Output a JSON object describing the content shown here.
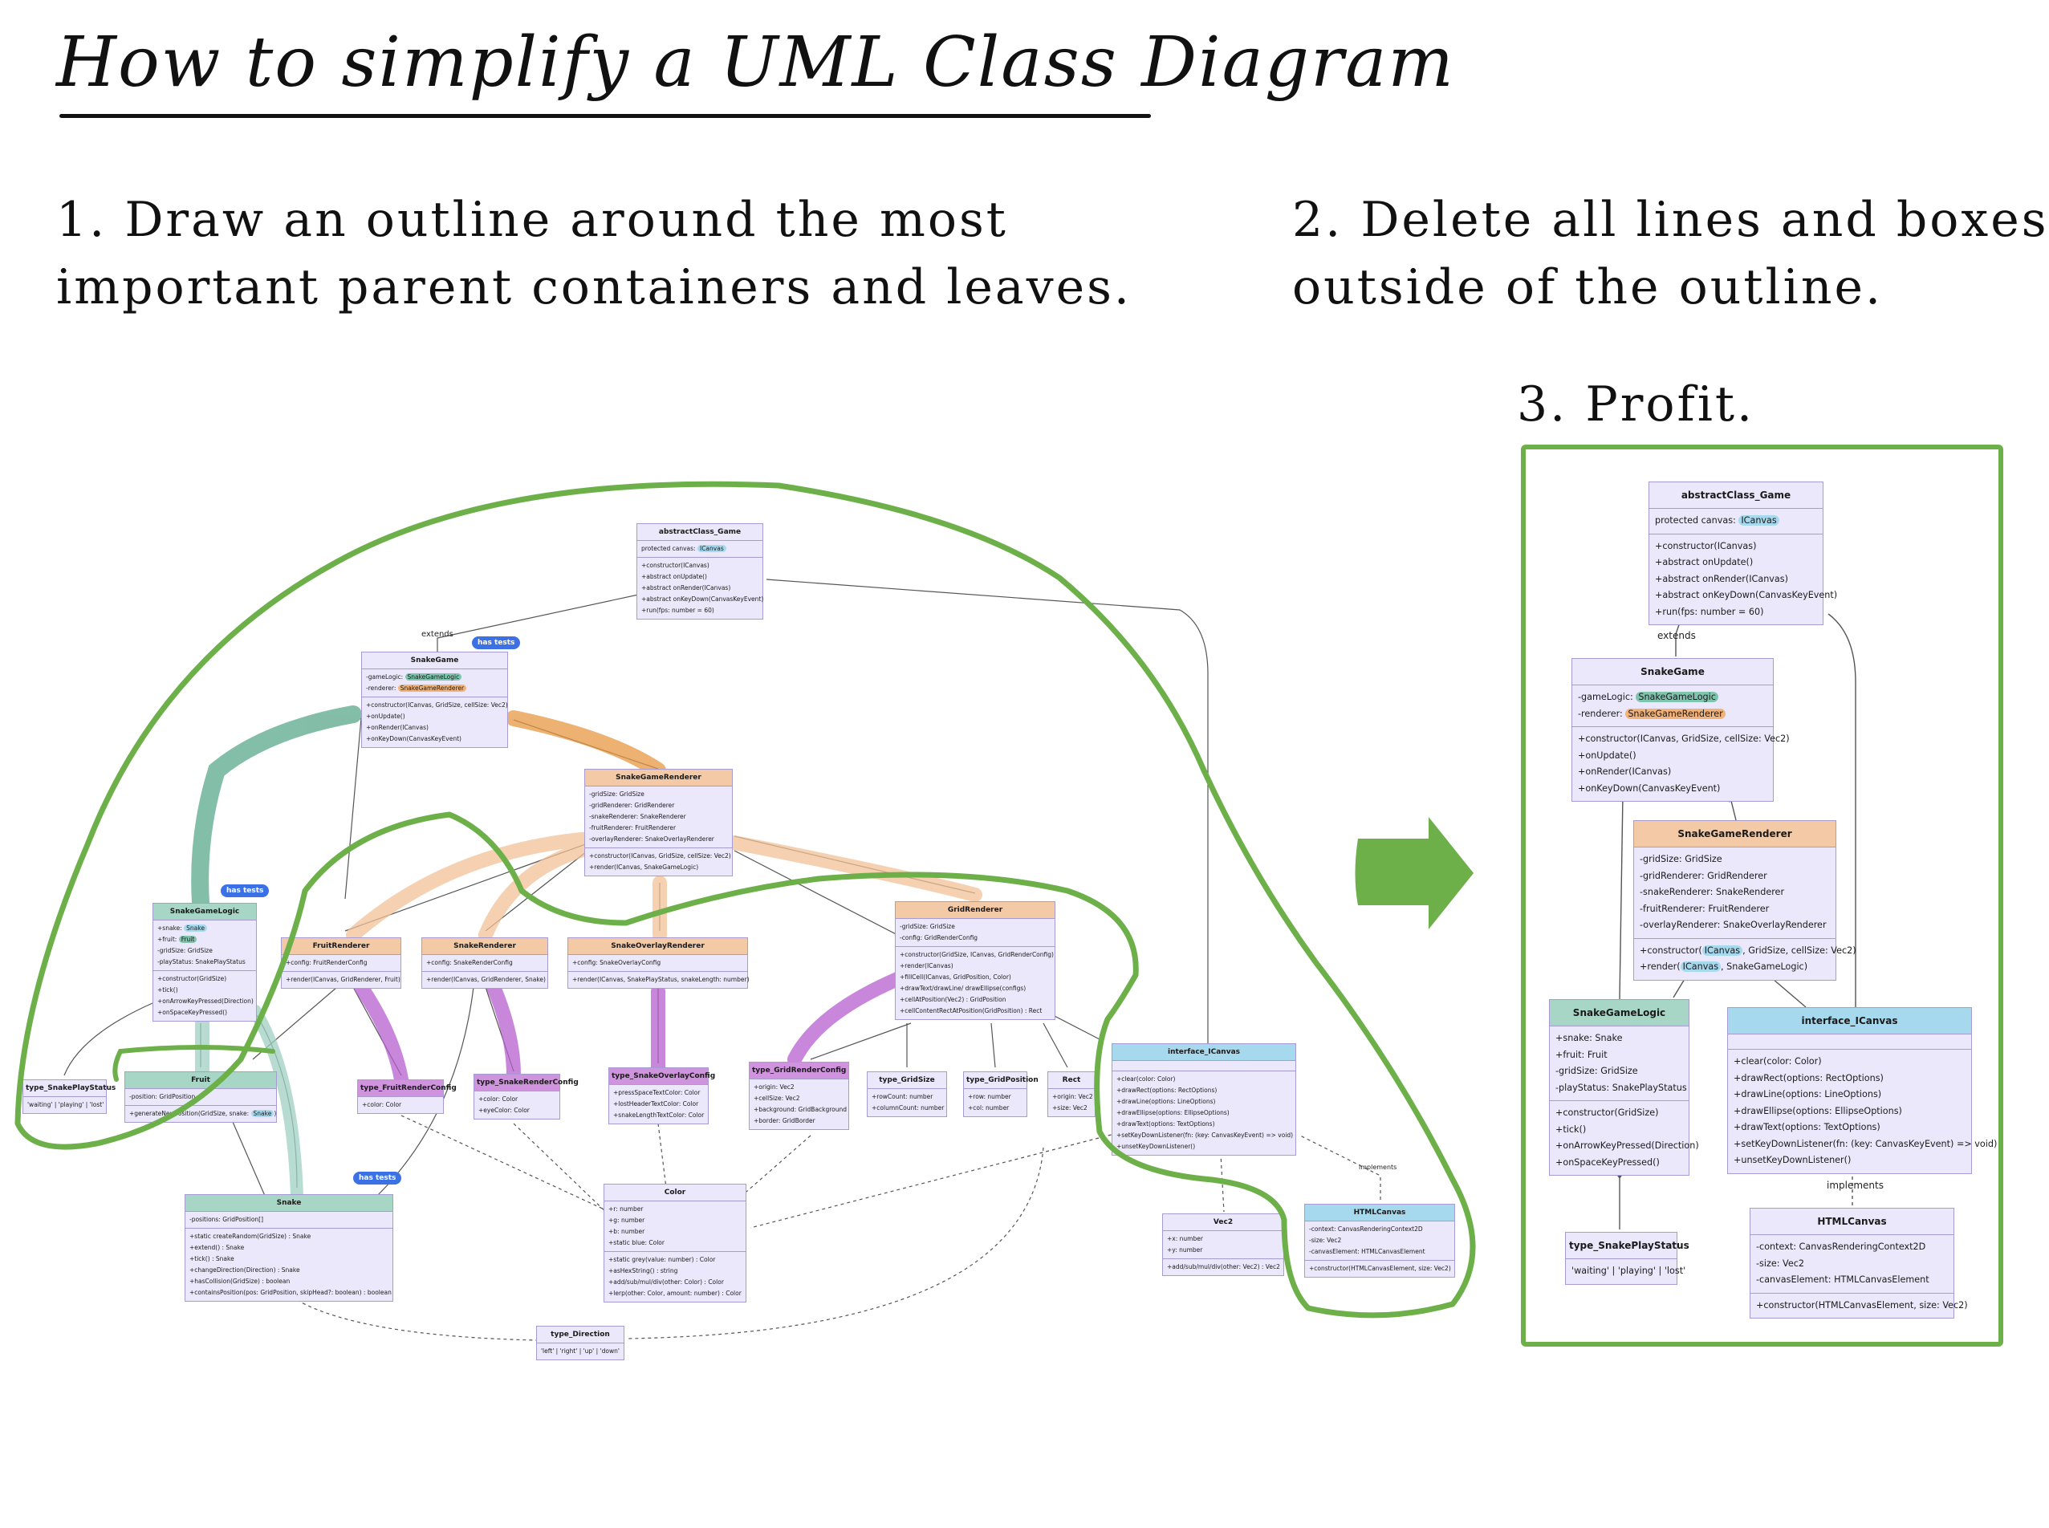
{
  "title": "How to simplify a UML Class Diagram",
  "steps": {
    "step1_line1": "1. Draw an outline around the most",
    "step1_line2": "important parent containers and leaves.",
    "step2_line1": "2. Delete all lines and boxes",
    "step2_line2": "outside of the outline.",
    "step3": "3. Profit."
  },
  "colors": {
    "outline": "#6db04a",
    "arrow": "#6db04a",
    "box_fill": "#ece8fb",
    "box_border": "#a79bd3",
    "highlight_blue": "#a6d9ee",
    "highlight_green": "#7fc4ad",
    "highlight_orange": "#f2b37a",
    "highlight_purple": "#c57ed9",
    "badge": "#3c71e6"
  },
  "badges": {
    "has_tests": "has tests"
  },
  "edge_labels": {
    "extends": "extends",
    "implements": "implements"
  },
  "left_diagram": {
    "game": {
      "name": "abstractClass_Game",
      "fields": [
        "protected canvas: ICanvas"
      ],
      "methods": [
        "+constructor(ICanvas)",
        "+abstract onUpdate()",
        "+abstract onRender(ICanvas)",
        "+abstract onKeyDown(CanvasKeyEvent)",
        "+run(fps: number = 60)"
      ]
    },
    "snakegame": {
      "name": "SnakeGame",
      "fields": [
        "-gameLogic: SnakeGameLogic",
        "-renderer: SnakeGameRenderer"
      ],
      "methods": [
        "+constructor(ICanvas, GridSize, cellSize: Vec2)",
        "+onUpdate()",
        "+onRender(ICanvas)",
        "+onKeyDown(CanvasKeyEvent)"
      ]
    },
    "renderer": {
      "name": "SnakeGameRenderer",
      "fields": [
        "-gridSize: GridSize",
        "-gridRenderer: GridRenderer",
        "-snakeRenderer: SnakeRenderer",
        "-fruitRenderer: FruitRenderer",
        "-overlayRenderer: SnakeOverlayRenderer"
      ],
      "methods": [
        "+constructor(ICanvas, GridSize, cellSize: Vec2)",
        "+render(ICanvas, SnakeGameLogic)"
      ]
    },
    "logic": {
      "name": "SnakeGameLogic",
      "fields": [
        "+snake: Snake",
        "+fruit: Fruit",
        "-gridSize: GridSize",
        "-playStatus: SnakePlayStatus"
      ],
      "methods": [
        "+constructor(GridSize)",
        "+tick()",
        "+onArrowKeyPressed(Direction)",
        "+onSpaceKeyPressed()"
      ]
    },
    "fruitrenderer": {
      "name": "FruitRenderer",
      "fields": [
        "+config: FruitRenderConfig"
      ],
      "methods": [
        "+render(ICanvas, GridRenderer, Fruit)"
      ]
    },
    "snakerenderer": {
      "name": "SnakeRenderer",
      "fields": [
        "+config: SnakeRenderConfig"
      ],
      "methods": [
        "+render(ICanvas, GridRenderer, Snake)"
      ]
    },
    "overlayrenderer": {
      "name": "SnakeOverlayRenderer",
      "fields": [
        "+config: SnakeOverlayConfig"
      ],
      "methods": [
        "+render(ICanvas, SnakePlayStatus, snakeLength: number)"
      ]
    },
    "gridrenderer": {
      "name": "GridRenderer",
      "fields": [
        "-gridSize: GridSize",
        "-config: GridRenderConfig"
      ],
      "methods": [
        "+constructor(GridSize, ICanvas, GridRenderConfig)",
        "+render(ICanvas)",
        "+fillCell(ICanvas, GridPosition, Color)",
        "+drawText/drawLine/ drawEllipse(configs)",
        "+cellAtPosition(Vec2) : GridPosition",
        "+cellContentRectAtPosition(GridPosition) : Rect"
      ]
    },
    "playstatus": {
      "name": "type_SnakePlayStatus",
      "values": [
        "'waiting' | 'playing' | 'lost'"
      ]
    },
    "fruit": {
      "name": "Fruit",
      "fields": [
        "-position: GridPosition"
      ],
      "methods": [
        "+generateNewPosition(GridSize, snake: Snake)"
      ]
    },
    "fruitconfig": {
      "name": "type_FruitRenderConfig",
      "fields": [
        "+color: Color"
      ]
    },
    "snakeconfig": {
      "name": "type_SnakeRenderConfig",
      "fields": [
        "+color: Color",
        "+eyeColor: Color"
      ]
    },
    "overlayconfig": {
      "name": "type_SnakeOverlayConfig",
      "fields": [
        "+pressSpaceTextColor: Color",
        "+lostHeaderTextColor: Color",
        "+snakeLengthTextColor: Color"
      ]
    },
    "gridconfig": {
      "name": "type_GridRenderConfig",
      "fields": [
        "+origin: Vec2",
        "+cellSize: Vec2",
        "+background: GridBackground",
        "+border: GridBorder"
      ]
    },
    "gridsize": {
      "name": "type_GridSize",
      "fields": [
        "+rowCount: number",
        "+columnCount: number"
      ]
    },
    "gridposition": {
      "name": "type_GridPosition",
      "fields": [
        "+row: number",
        "+col: number"
      ]
    },
    "rect": {
      "name": "Rect",
      "fields": [
        "+origin: Vec2",
        "+size: Vec2"
      ]
    },
    "icanvas": {
      "name": "interface_ICanvas",
      "methods": [
        "+clear(color: Color)",
        "+drawRect(options: RectOptions)",
        "+drawLine(options: LineOptions)",
        "+drawEllipse(options: EllipseOptions)",
        "+drawText(options: TextOptions)",
        "+setKeyDownListener(fn: (key: CanvasKeyEvent) => void)",
        "+unsetKeyDownListener()"
      ]
    },
    "snake": {
      "name": "Snake",
      "fields": [
        "-positions: GridPosition[]"
      ],
      "methods": [
        "+static createRandom(GridSize) : Snake",
        "+extend() : Snake",
        "+tick() : Snake",
        "+changeDirection(Direction) : Snake",
        "+hasCollision(GridSize) : boolean",
        "+containsPosition(pos: GridPosition, skipHead?: boolean) : boolean"
      ]
    },
    "color": {
      "name": "Color",
      "fields": [
        "+r: number",
        "+g: number",
        "+b: number",
        "+static blue: Color"
      ],
      "methods": [
        "+static grey(value: number) : Color",
        "+asHexString() : string",
        "+add/sub/mul/div(other: Color) : Color",
        "+lerp(other: Color, amount: number) : Color"
      ]
    },
    "vec2": {
      "name": "Vec2",
      "fields": [
        "+x: number",
        "+y: number"
      ],
      "methods": [
        "+add/sub/mul/div(other: Vec2) : Vec2"
      ]
    },
    "htmlcanvas": {
      "name": "HTMLCanvas",
      "fields": [
        "-context: CanvasRenderingContext2D",
        "-size: Vec2",
        "-canvasElement: HTMLCanvasElement"
      ],
      "methods": [
        "+constructor(HTMLCanvasElement, size: Vec2)"
      ]
    },
    "direction": {
      "name": "type_Direction",
      "values": [
        "'left' | 'right' | 'up' | 'down'"
      ]
    }
  },
  "right_diagram": {
    "game": {
      "name": "abstractClass_Game",
      "fields": [
        "protected canvas: ICanvas"
      ],
      "methods": [
        "+constructor(ICanvas)",
        "+abstract onUpdate()",
        "+abstract onRender(ICanvas)",
        "+abstract onKeyDown(CanvasKeyEvent)",
        "+run(fps: number = 60)"
      ]
    },
    "snakegame": {
      "name": "SnakeGame",
      "fields": [
        "-gameLogic: SnakeGameLogic",
        "-renderer: SnakeGameRenderer"
      ],
      "methods": [
        "+constructor(ICanvas, GridSize, cellSize: Vec2)",
        "+onUpdate()",
        "+onRender(ICanvas)",
        "+onKeyDown(CanvasKeyEvent)"
      ]
    },
    "renderer": {
      "name": "SnakeGameRenderer",
      "fields": [
        "-gridSize: GridSize",
        "-gridRenderer: GridRenderer",
        "-snakeRenderer: SnakeRenderer",
        "-fruitRenderer: FruitRenderer",
        "-overlayRenderer: SnakeOverlayRenderer"
      ],
      "methods": [
        "+constructor(ICanvas, GridSize, cellSize: Vec2)",
        "+render(ICanvas, SnakeGameLogic)"
      ]
    },
    "logic": {
      "name": "SnakeGameLogic",
      "fields": [
        "+snake: Snake",
        "+fruit: Fruit",
        "-gridSize: GridSize",
        "-playStatus: SnakePlayStatus"
      ],
      "methods": [
        "+constructor(GridSize)",
        "+tick()",
        "+onArrowKeyPressed(Direction)",
        "+onSpaceKeyPressed()"
      ]
    },
    "icanvas": {
      "name": "interface_ICanvas",
      "methods": [
        "+clear(color: Color)",
        "+drawRect(options: RectOptions)",
        "+drawLine(options: LineOptions)",
        "+drawEllipse(options: EllipseOptions)",
        "+drawText(options: TextOptions)",
        "+setKeyDownListener(fn: (key: CanvasKeyEvent) => void)",
        "+unsetKeyDownListener()"
      ]
    },
    "playstatus": {
      "name": "type_SnakePlayStatus",
      "values": [
        "'waiting' | 'playing' | 'lost'"
      ]
    },
    "htmlcanvas": {
      "name": "HTMLCanvas",
      "fields": [
        "-context: CanvasRenderingContext2D",
        "-size: Vec2",
        "-canvasElement: HTMLCanvasElement"
      ],
      "methods": [
        "+constructor(HTMLCanvasElement, size: Vec2)"
      ]
    }
  }
}
